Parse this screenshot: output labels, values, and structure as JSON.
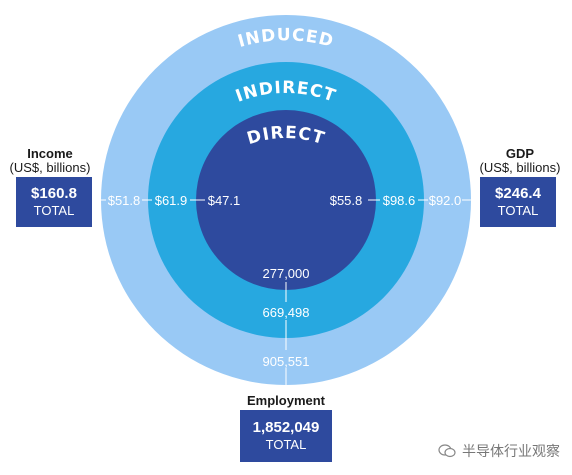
{
  "rings": {
    "induced": "INDUCED",
    "indirect": "INDIRECT",
    "direct": "DIRECT"
  },
  "income": {
    "title": "Income",
    "unit": "(US$, billions)",
    "induced": "$51.8",
    "indirect": "$61.9",
    "direct": "$47.1",
    "total_value": "$160.8",
    "total_label": "TOTAL"
  },
  "gdp": {
    "title": "GDP",
    "unit": "(US$, billions)",
    "direct": "$55.8",
    "indirect": "$98.6",
    "induced": "$92.0",
    "total_value": "$246.4",
    "total_label": "TOTAL"
  },
  "employment": {
    "title": "Employment",
    "direct": "277,000",
    "indirect": "669,498",
    "induced": "905,551",
    "total_value": "1,852,049",
    "total_label": "TOTAL"
  },
  "watermark": {
    "text": "半导体行业观察"
  },
  "colors": {
    "induced": "#99C9F5",
    "indirect": "#27A8E0",
    "direct": "#2E4A9E",
    "box": "#2E4A9E"
  }
}
